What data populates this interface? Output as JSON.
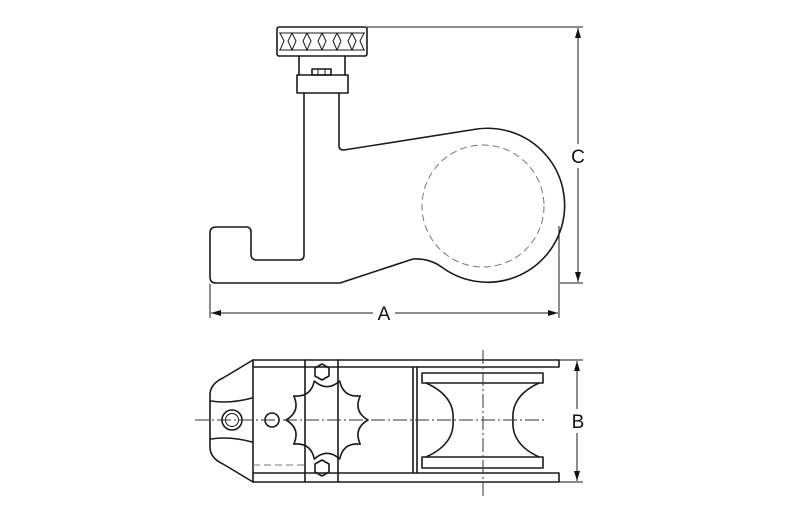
{
  "drawing": {
    "dimensions": {
      "a_label": "A",
      "b_label": "B",
      "c_label": "C"
    },
    "colors": {
      "line": "#1a1a1a",
      "background": "#ffffff"
    }
  }
}
